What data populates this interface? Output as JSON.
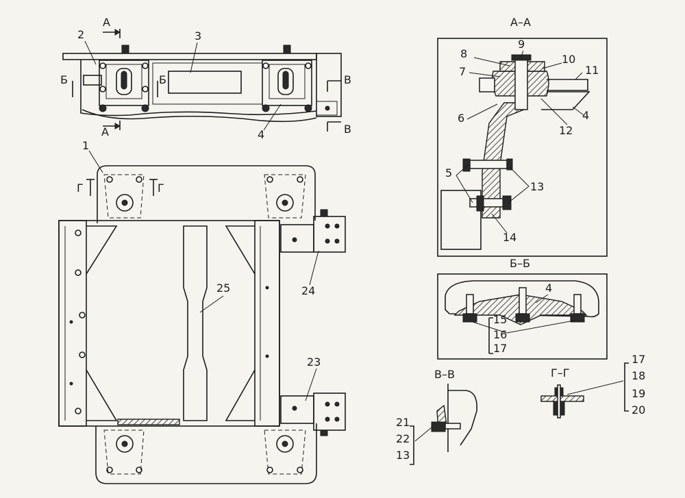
{
  "views": {
    "section_aa": {
      "title": "А–А"
    },
    "section_bb": {
      "title": "Б–Б"
    },
    "section_vv": {
      "title": "В–В"
    },
    "section_gg": {
      "title": "Г–Г"
    }
  },
  "cut_marks": {
    "a": "А",
    "b": "Б",
    "v": "В",
    "g": "Г"
  },
  "callouts": {
    "top_view": [
      "1",
      "2",
      "3",
      "4"
    ],
    "frame": [
      "23",
      "24",
      "25"
    ],
    "section_aa": [
      "4",
      "5",
      "6",
      "7",
      "8",
      "9",
      "10",
      "11",
      "12",
      "13",
      "14"
    ],
    "section_bb": [
      "4",
      "15",
      "16",
      "17"
    ],
    "section_vv": [
      "21",
      "22",
      "13"
    ],
    "section_gg": [
      "17",
      "18",
      "19",
      "20"
    ]
  }
}
